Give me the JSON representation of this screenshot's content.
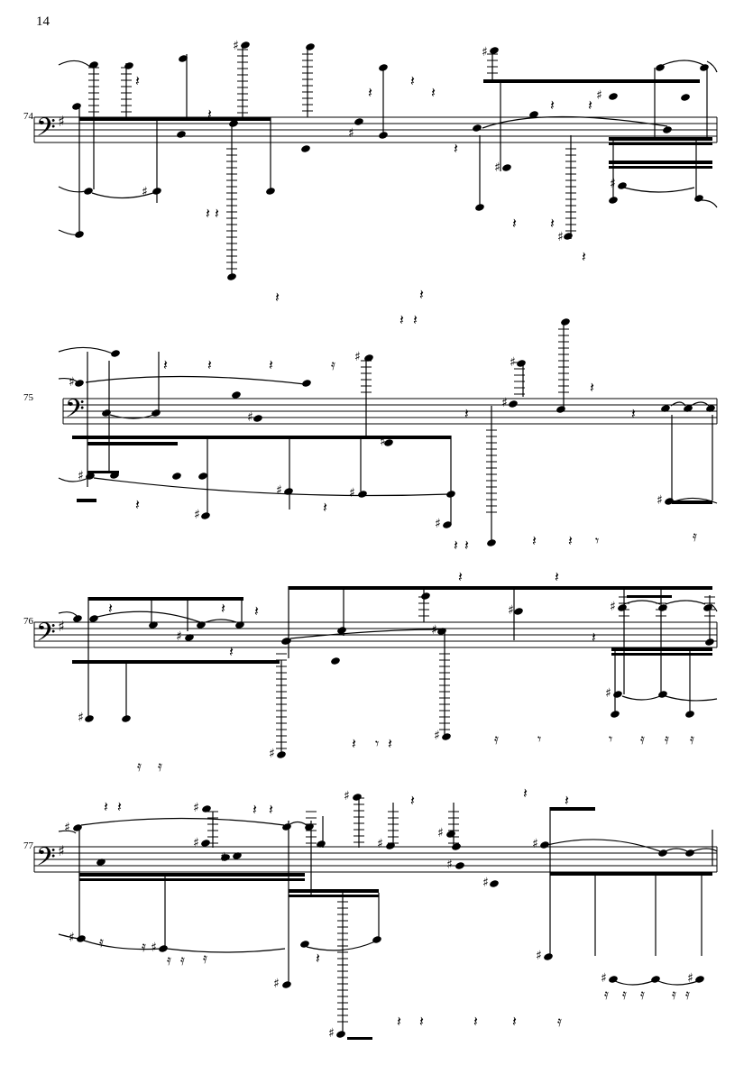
{
  "page": {
    "number": "14"
  },
  "systems": [
    {
      "measure_number": "74"
    },
    {
      "measure_number": "75"
    },
    {
      "measure_number": "76"
    },
    {
      "measure_number": "77"
    }
  ],
  "glyphs": {
    "bass_clef": "𝄢",
    "sharp": "♯",
    "quarter_rest": "𝄽",
    "eighth_rest": "𝄾",
    "sixteenth_rest": "𝄿"
  },
  "key_signature": "F# (one sharp)",
  "clef": "bass"
}
